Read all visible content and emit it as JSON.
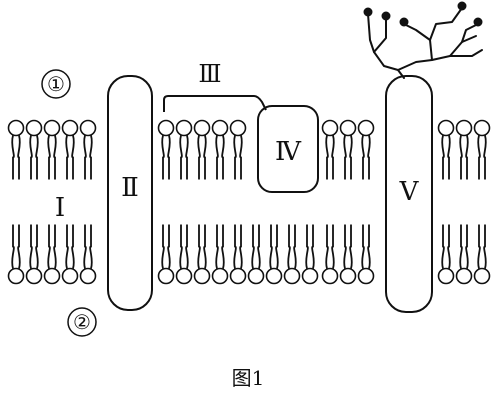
{
  "labels": {
    "side_top": "①",
    "side_bottom": "②",
    "bilayer": "Ⅰ",
    "protein_2": "Ⅱ",
    "bracket_3": "Ⅲ",
    "protein_4": "Ⅳ",
    "protein_5": "Ⅴ"
  },
  "caption": "图1"
}
